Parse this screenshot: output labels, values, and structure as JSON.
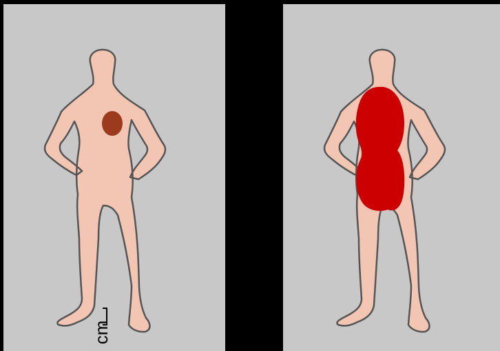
{
  "figure": {
    "scale_unit_label": "cm",
    "colors": {
      "background": "#000000",
      "panel": "#c8c8c8",
      "skin": "#f3c6b3",
      "outline": "#555555",
      "small_lesion": "#9b3a1c",
      "large_lesion": "#cc0000"
    },
    "panels": [
      {
        "id": "left",
        "marking": "small-lesion"
      },
      {
        "id": "right",
        "marking": "large-lesion"
      }
    ]
  }
}
